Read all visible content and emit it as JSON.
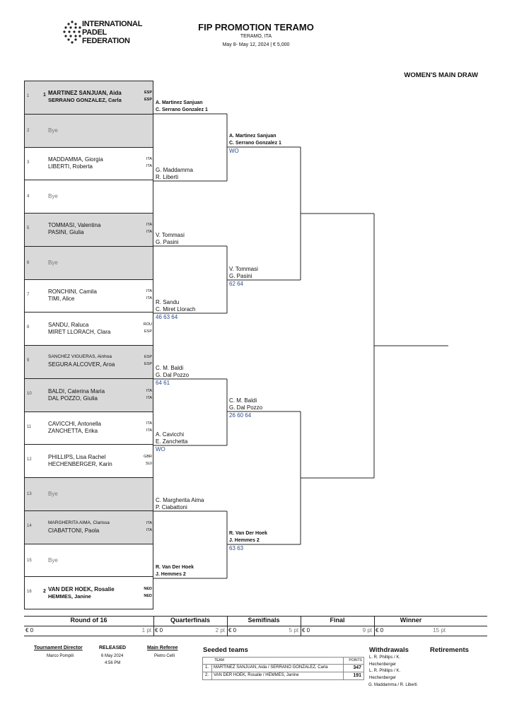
{
  "header": {
    "logo_text": [
      "INTERNATIONAL",
      "PADEL",
      "FEDERATION"
    ],
    "title": "FIP PROMOTION TERAMO",
    "location": "TERAMO, ITA",
    "dates": "May 8- May 12, 2024  |  € 5,000",
    "draw_name": "WOMEN'S MAIN DRAW"
  },
  "slots": [
    {
      "no": "1",
      "seed": "1",
      "p1": "MARTINEZ SANJUAN, Aida",
      "p2": "SERRANO GONZALEZ, Carla",
      "n1": "ESP",
      "n2": "ESP",
      "shaded": true,
      "bold": true,
      "bye": false
    },
    {
      "no": "2",
      "bye": true,
      "label": "Bye",
      "shaded": true
    },
    {
      "no": "3",
      "p1": "MADDAMMA, Giorgia",
      "p2": "LIBERTI, Roberta",
      "n1": "ITA",
      "n2": "ITA",
      "shaded": false,
      "bye": false
    },
    {
      "no": "4",
      "bye": true,
      "label": "Bye",
      "shaded": false
    },
    {
      "no": "5",
      "p1": "TOMMASI, Valentina",
      "p2": "PASINI, Giulia",
      "n1": "ITA",
      "n2": "ITA",
      "shaded": true,
      "bye": false
    },
    {
      "no": "6",
      "bye": true,
      "label": "Bye",
      "shaded": true
    },
    {
      "no": "7",
      "p1": "RONCHINI, Camila",
      "p2": "TIMI, Alice",
      "n1": "ITA",
      "n2": "ITA",
      "shaded": false,
      "bye": false
    },
    {
      "no": "8",
      "p1": "SANDU, Raluca",
      "p2": "MIRET LLORACH, Clara",
      "n1": "ROU",
      "n2": "ESP",
      "shaded": false,
      "bye": false
    },
    {
      "no": "9",
      "p1": "SANCHEZ VIGUERAS, Ainhoa",
      "p2": "SEGURA ALCOVER, Aroa",
      "n1": "ESP",
      "n2": "ESP",
      "shaded": true,
      "bye": false,
      "small1": true
    },
    {
      "no": "10",
      "p1": "BALDI, Caterina Maria",
      "p2": "DAL POZZO, Giulia",
      "n1": "ITA",
      "n2": "ITA",
      "shaded": true,
      "bye": false
    },
    {
      "no": "11",
      "p1": "CAVICCHI, Antonella",
      "p2": "ZANCHETTA, Erika",
      "n1": "ITA",
      "n2": "ITA",
      "shaded": false,
      "bye": false
    },
    {
      "no": "12",
      "p1": "PHILLIPS, Lisa Rachel",
      "p2": "HECHENBERGER, Karin",
      "n1": "GBR",
      "n2": "SUI",
      "shaded": false,
      "bye": false
    },
    {
      "no": "13",
      "bye": true,
      "label": "Bye",
      "shaded": true
    },
    {
      "no": "14",
      "p1": "MARGHERITA AIMA, Clarissa",
      "p2": "CIABATTONI, Paola",
      "n1": "ITA",
      "n2": "ITA",
      "shaded": true,
      "bye": false,
      "small1": true
    },
    {
      "no": "15",
      "bye": true,
      "label": "Bye",
      "shaded": false
    },
    {
      "no": "16",
      "seed": "2",
      "p1": "VAN DER HOEK, Rosalie",
      "p2": "HEMMES, Janine",
      "n1": "NED",
      "n2": "NED",
      "shaded": false,
      "bold": true,
      "bye": false
    }
  ],
  "r2": [
    {
      "l1": "A. Martinez Sanjuan",
      "l2": "C. Serrano Gonzalez  1",
      "score": "",
      "bold": true
    },
    {
      "l1": "G. Maddamma",
      "l2": "R. Liberti",
      "score": "",
      "bold": false
    },
    {
      "l1": "V. Tommasi",
      "l2": "G. Pasini",
      "score": "",
      "bold": false
    },
    {
      "l1": "R. Sandu",
      "l2": "C. Miret Llorach",
      "score": "46 63 64",
      "bold": false
    },
    {
      "l1": "C. M. Baldi",
      "l2": "G. Dal Pozzo",
      "score": "64 61",
      "bold": false
    },
    {
      "l1": "A. Cavicchi",
      "l2": "E. Zanchetta",
      "score": "WO",
      "bold": false
    },
    {
      "l1": "C. Margherita Aima",
      "l2": "P. Ciabattoni",
      "score": "",
      "bold": false
    },
    {
      "l1": "R. Van Der Hoek",
      "l2": "J. Hemmes  2",
      "score": "",
      "bold": true
    }
  ],
  "r3": [
    {
      "l1": "A. Martinez Sanjuan",
      "l2": "C. Serrano Gonzalez  1",
      "score": "WO",
      "bold": true
    },
    {
      "l1": "V. Tommasi",
      "l2": "G. Pasini",
      "score": "62 64",
      "bold": false
    },
    {
      "l1": "C. M. Baldi",
      "l2": "G. Dal Pozzo",
      "score": "26 60 64",
      "bold": false
    },
    {
      "l1": "R. Van Der Hoek",
      "l2": "J. Hemmes  2",
      "score": "63 63",
      "bold": true
    }
  ],
  "rounds": [
    {
      "name": "Round of 16",
      "money": "€ 0",
      "points": "1 pt"
    },
    {
      "name": "Quarterfinals",
      "money": "€ 0",
      "points": "2 pt"
    },
    {
      "name": "Semifinals",
      "money": "€ 0",
      "points": "5 pt"
    },
    {
      "name": "Final",
      "money": "€ 0",
      "points": "9 pt"
    },
    {
      "name": "Winner",
      "money": "€ 0",
      "points": "15 pt"
    }
  ],
  "footer": {
    "td_label": "Tournament Director",
    "td_name": "Marco Pompili",
    "released_label": "RELEASED",
    "released_date": "6 May 2024",
    "released_time": "4:56 PM",
    "referee_label": "Main Referee",
    "referee_name": "Pietro Celli",
    "seeded_title": "Seeded teams",
    "team_col": "TEAM",
    "points_col": "POINTS",
    "seeded": [
      {
        "no": "1.",
        "team": "MARTINEZ SANJUAN, Aida / SERRANO GONZALEZ, Carla",
        "points": "347"
      },
      {
        "no": "2.",
        "team": "VAN DER HOEK, Rosalie / HEMMES, Janine",
        "points": "191"
      }
    ],
    "withdrawals_title": "Withdrawals",
    "withdrawals": [
      "L. R. Phillips / K.",
      "Hechenberger",
      "L. R. Phillips / K.",
      "Hechenberger",
      "G. Maddamma / R. Liberti"
    ],
    "retirements_title": "Retirements"
  }
}
